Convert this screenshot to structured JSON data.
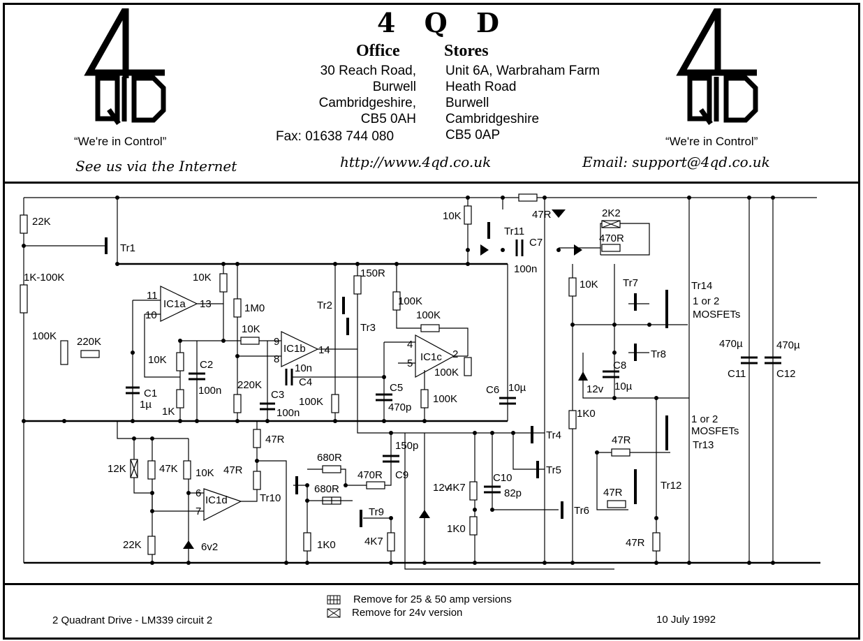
{
  "header": {
    "brand": "4 Q D",
    "office_heading": "Office",
    "stores_heading": "Stores",
    "office_address": [
      "30 Reach Road,",
      "Burwell",
      "Cambridgeshire,",
      "CB5 0AH"
    ],
    "fax": "Fax: 01638 744 080",
    "stores_address": [
      "Unit 6A, Warbraham Farm",
      "Heath Road",
      "Burwell",
      "Cambridgeshire",
      "CB5 0AP"
    ],
    "url": "http://www.4qd.co.uk",
    "email": "Email: support@4qd.co.uk",
    "slogan_left": "“We're in Control”",
    "slogan_right": "“We're in Control”",
    "internet": "See us via the Internet",
    "logo_text": "4QD"
  },
  "schematic": {
    "labels": {
      "r22k_top": "22K",
      "tr1": "Tr1",
      "pot": "1K-100K",
      "r100k_pot": "100K",
      "r220k": "220K",
      "c1": "C1",
      "c1v": "1µ",
      "r10k_a": "10K",
      "r1k": "1K",
      "c2": "C2",
      "c2v": "100n",
      "pin11": "11",
      "pin10": "10",
      "pin13": "13",
      "ic1a": "IC1a",
      "r10k_b": "10K",
      "r1m0": "1M0",
      "r10k_c": "10K",
      "pin9": "9",
      "pin8": "8",
      "pin14": "14",
      "ic1b": "IC1b",
      "c4v": "10n",
      "c4": "C4",
      "r220k_b": "220K",
      "c3": "C3",
      "c3v": "100n",
      "r150r": "150R",
      "tr2": "Tr2",
      "tr3": "Tr3",
      "r100k_a": "100K",
      "r100k_b": "100K",
      "pin4": "4",
      "pin5": "5",
      "pin2": "2",
      "ic1c": "IC1c",
      "r100k_c": "100K",
      "r100k_d": "100K",
      "r100k_e": "100K",
      "c5": "C5",
      "c5v": "470p",
      "c6": "C6",
      "c6v": "10µ",
      "r10k_top": "10K",
      "tr11": "Tr11",
      "r47r_top": "47R",
      "c7": "C7",
      "c7v": "100n",
      "r2k2": "2K2",
      "r470r_top": "470R",
      "r10k_d": "10K",
      "tr7": "Tr7",
      "tr8": "Tr8",
      "tr14": "Tr14",
      "mos14a": "1 or 2",
      "mos14b": "MOSFETs",
      "z12v_a": "12v",
      "c8": "C8",
      "c8v": "10µ",
      "c11v": "470µ",
      "c11": "C11",
      "c12v": "470µ",
      "c12": "C12",
      "r12k": "12K",
      "r47k": "47K",
      "r10k_e": "10K",
      "pin6": "6",
      "pin7": "7",
      "ic1d": "IC1d",
      "r22k_b": "22K",
      "z6v2": "6v2",
      "r47r_a": "47R",
      "r47r_b": "47R",
      "tr10": "Tr10",
      "r680r_a": "680R",
      "r680r_b": "680R",
      "r470r_b": "470R",
      "c9": "C9",
      "c9v": "150p",
      "tr9": "Tr9",
      "r1k0_a": "1K0",
      "r4k7_a": "4K7",
      "z12v_b": "12v",
      "r4k7_b": "4K7",
      "r1k0_b": "1K0",
      "c10": "C10",
      "c10v": "82p",
      "tr4": "Tr4",
      "tr5": "Tr5",
      "tr6": "Tr6",
      "r1k0_c": "1K0",
      "r47r_c": "47R",
      "mos13a": "1 or 2",
      "mos13b": "MOSFETs",
      "tr13": "Tr13",
      "r47r_d": "47R",
      "tr12": "Tr12",
      "r47r_e": "47R"
    }
  },
  "footer": {
    "title": "2 Quadrant Drive - LM339 circuit 2",
    "note1": "Remove for 25 & 50 amp versions",
    "note2": "Remove for 24v version",
    "date": "10 July 1992"
  }
}
